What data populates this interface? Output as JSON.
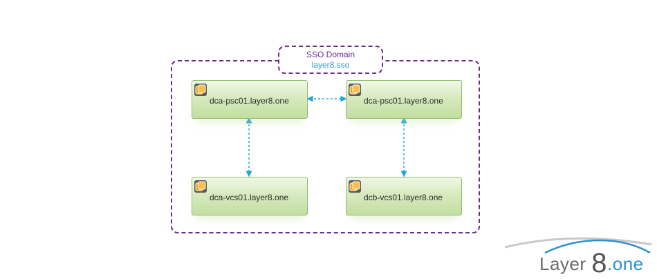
{
  "domain": {
    "title": "SSO Domain",
    "name": "layer8.sso"
  },
  "nodes": [
    {
      "label": "dca-psc01.layer8.one",
      "icon": "vmware-icon"
    },
    {
      "label": "dca-psc01.layer8.one",
      "icon": "vmware-icon"
    },
    {
      "label": "dca-vcs01.layer8.one",
      "icon": "vmware-icon"
    },
    {
      "label": "dcb-vcs01.layer8.one",
      "icon": "vmware-icon"
    }
  ],
  "connections": [
    {
      "from": 0,
      "to": 1,
      "style": "dashed",
      "bidirectional": true
    },
    {
      "from": 0,
      "to": 2,
      "style": "dashed",
      "bidirectional": true
    },
    {
      "from": 1,
      "to": 3,
      "style": "dashed",
      "bidirectional": true
    }
  ],
  "logo": {
    "prefix": "Layer ",
    "number": "8",
    "suffix": ".one"
  },
  "colors": {
    "domain_border": "#6b2c8f",
    "domain_name": "#2a9bd8",
    "connector": "#1fa6d9",
    "node_border": "#8cc06a"
  }
}
